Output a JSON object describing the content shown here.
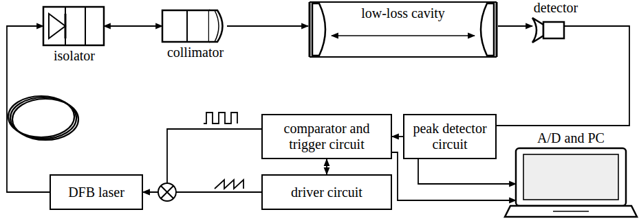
{
  "diagram": {
    "nodes": [
      {
        "text": [
          "isolator"
        ]
      },
      {
        "text": [
          "collimator"
        ]
      },
      {
        "text": [
          "low-loss cavity"
        ]
      },
      {
        "text": [
          "detector"
        ]
      },
      {
        "text": [
          "comparator and trigger circuit"
        ]
      },
      {
        "text": [
          "peak detector circuit"
        ]
      },
      {
        "text": [
          "A/D and PC"
        ]
      },
      {
        "text": [
          "DFB laser"
        ]
      },
      {
        "text": [
          "driver circuit"
        ]
      }
    ],
    "edges": [
      {
        "from": 7,
        "to": 0,
        "arrow": "to"
      },
      {
        "from": 0,
        "to": 1,
        "arrow": "both"
      },
      {
        "from": 1,
        "to": 2,
        "arrow": "to"
      },
      {
        "from": 2,
        "to": 3,
        "arrow": "to"
      },
      {
        "from": 3,
        "to": 5,
        "arrow": "none"
      },
      {
        "from": 5,
        "to": 4,
        "arrow": "to"
      },
      {
        "from": 5,
        "to": 6,
        "arrow": "to"
      },
      {
        "from": 4,
        "to": 6,
        "arrow": "to"
      },
      {
        "from": 4,
        "to": 8,
        "arrow": "both"
      },
      {
        "from": 4,
        "to": 7,
        "arrow": "to"
      },
      {
        "from": 8,
        "to": 7,
        "arrow": "to"
      }
    ]
  }
}
